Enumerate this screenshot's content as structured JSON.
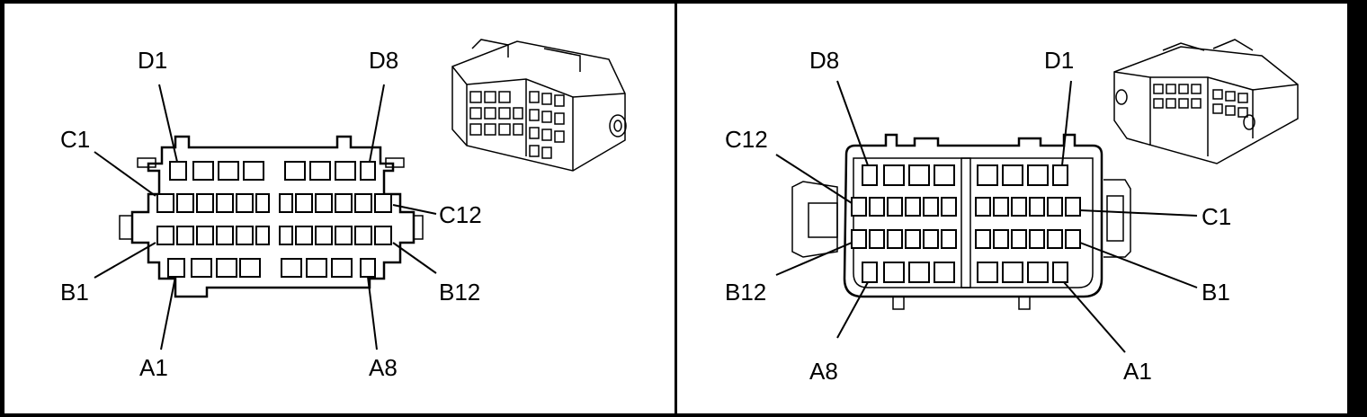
{
  "connector_face_view": {
    "pin_labels": {
      "d1": "D1",
      "d8": "D8",
      "c1": "C1",
      "c12": "C12",
      "b1": "B1",
      "b12": "B12",
      "a1": "A1",
      "a8": "A8"
    }
  },
  "connector_rear_view": {
    "pin_labels": {
      "d8": "D8",
      "d1": "D1",
      "c12": "C12",
      "c1": "C1",
      "b12": "B12",
      "b1": "B1",
      "a8": "A8",
      "a1": "A1"
    }
  }
}
